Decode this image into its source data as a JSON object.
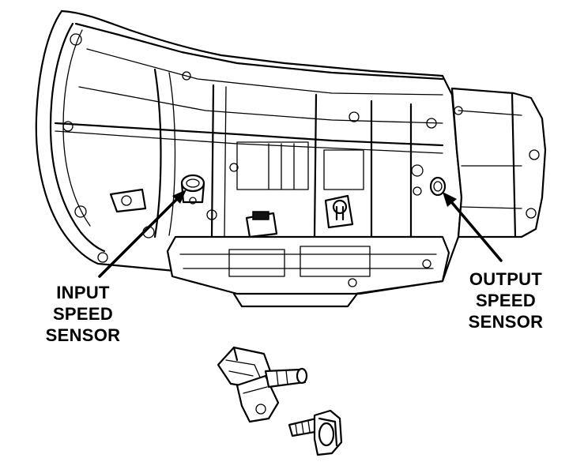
{
  "labels": {
    "input_sensor": [
      "INPUT",
      "SPEED",
      "SENSOR"
    ],
    "output_sensor": [
      "OUTPUT",
      "SPEED",
      "SENSOR"
    ]
  },
  "colors": {
    "line": "#000000",
    "background": "#ffffff"
  }
}
